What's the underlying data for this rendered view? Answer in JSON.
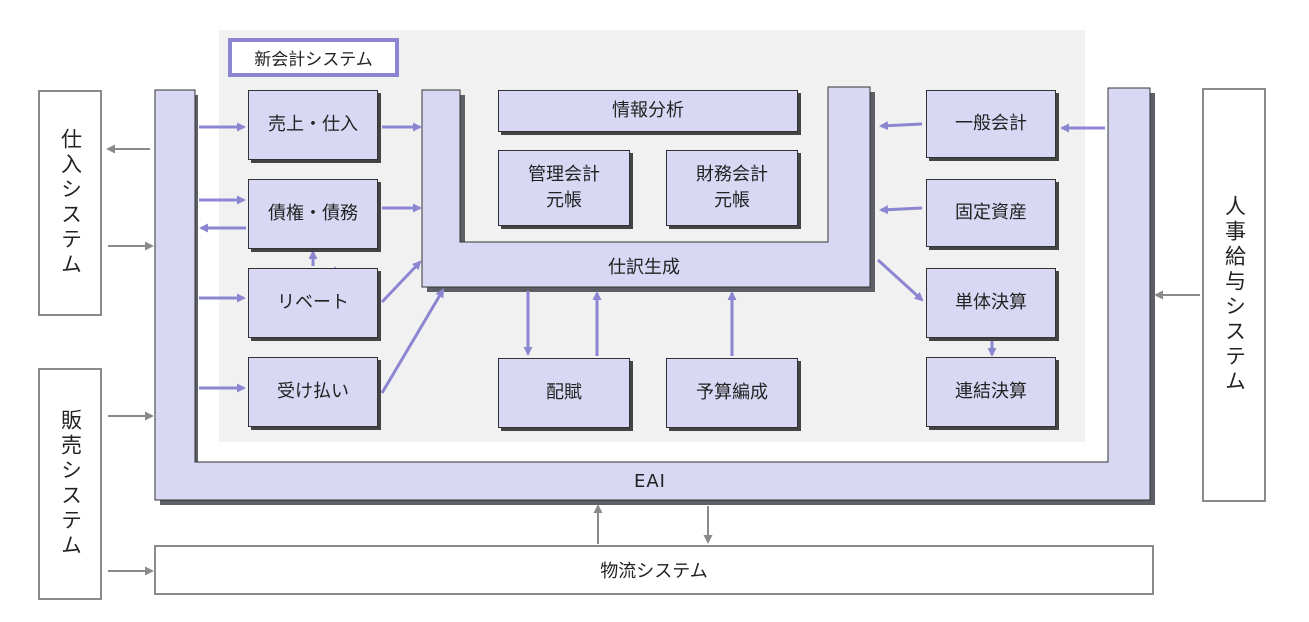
{
  "title": "新会計システム",
  "eai_label": "EAI",
  "journal_label": "仕訳生成",
  "external": {
    "purchase": "仕入システム",
    "sales": "販売システム",
    "hr": "人事給与システム",
    "logistics": "物流システム"
  },
  "modules": {
    "sales_purchase": "売上・仕入",
    "receivables": "債権・債務",
    "rebate": "リベート",
    "receipts": "受け払い",
    "info_analysis": "情報分析",
    "mgmt_ledger": "管理会計\n元帳",
    "fin_ledger": "財務会計\n元帳",
    "allocation": "配賦",
    "budget": "予算編成",
    "general_acct": "一般会計",
    "fixed_assets": "固定資産",
    "single_close": "単体決算",
    "consol_close": "連結決算"
  },
  "colors": {
    "accent": "#8c86d2",
    "fill": "#d8d8f4",
    "panel": "#f1f1f1",
    "grey": "#8a8a8a"
  }
}
